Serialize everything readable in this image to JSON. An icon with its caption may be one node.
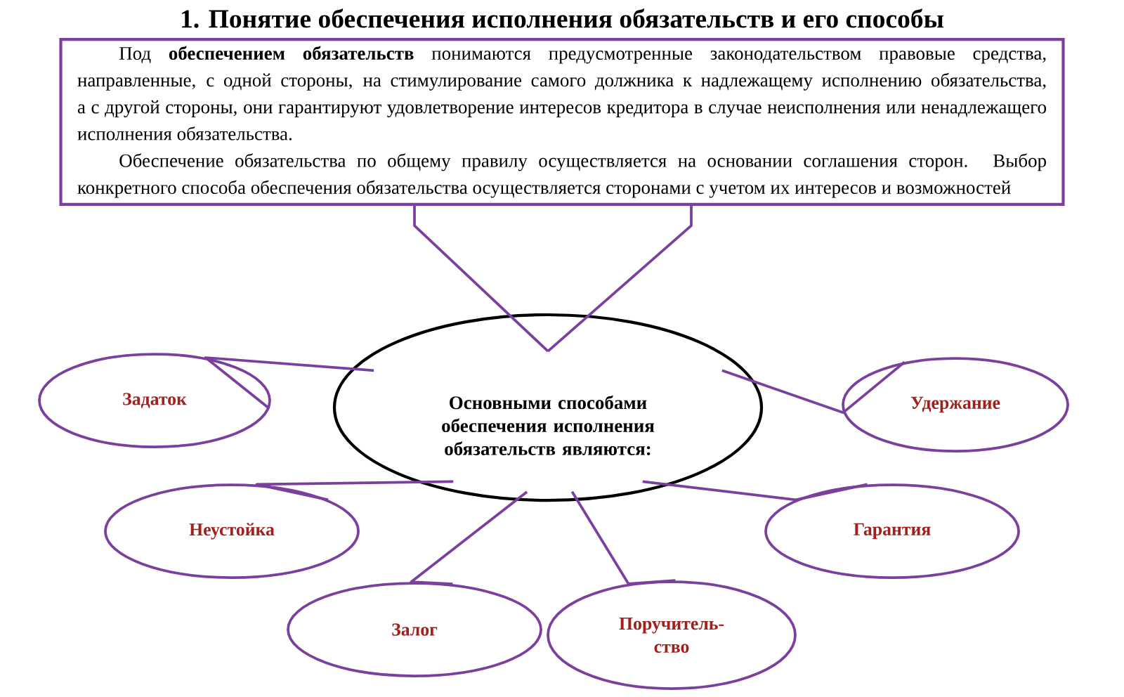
{
  "diagram": {
    "title": "1. Понятие обеспечения исполнения обязательств и его способы",
    "nodes": [
      {
        "text": [
          "Под **обеспечением обязательств** понимаются предусмотренные законодательством правовые средства, направленные, с одной стороны, на стимулирование самого должника к надлежащему исполнению обязательства, а с другой стороны, они гарантируют удовлетворение интересов кредитора в случае неисполнения или ненадлежащего исполнения обязательства.",
          "Обеспечение обязательства по общему правилу осуществляется на основании соглашения сторон. Выбор конкретного способа обеспечения обязательства осуществляется сторонами с учетом их интересов и возможностей"
        ]
      },
      {
        "text": [
          "Основными способами обеспечения исполнения обязательств являются:"
        ]
      },
      {
        "text": [
          "Задаток"
        ]
      },
      {
        "text": [
          "Удержание"
        ]
      },
      {
        "text": [
          "Неустойка"
        ]
      },
      {
        "text": [
          "Гарантия"
        ]
      },
      {
        "text": [
          "Залог"
        ]
      },
      {
        "text": [
          "Поручитель-ство"
        ]
      }
    ],
    "edges": [
      {
        "from": 0,
        "to": 1,
        "arrow": "none"
      },
      {
        "from": 1,
        "to": 2,
        "arrow": "none"
      },
      {
        "from": 1,
        "to": 3,
        "arrow": "none"
      },
      {
        "from": 1,
        "to": 4,
        "arrow": "none"
      },
      {
        "from": 1,
        "to": 5,
        "arrow": "none"
      },
      {
        "from": 1,
        "to": 6,
        "arrow": "none"
      },
      {
        "from": 1,
        "to": 7,
        "arrow": "none"
      }
    ]
  }
}
